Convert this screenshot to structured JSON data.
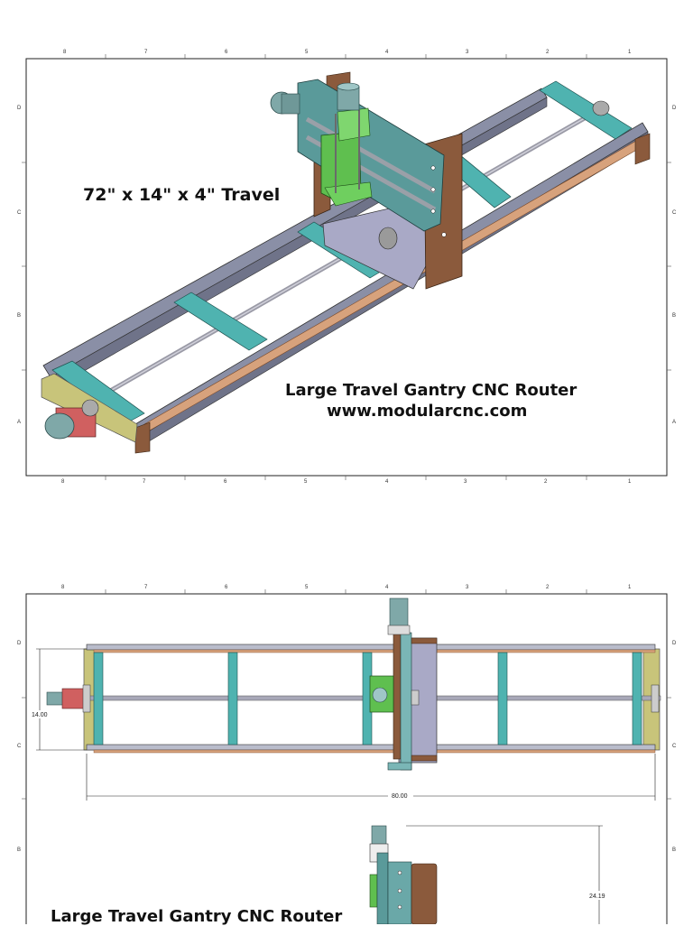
{
  "sheet1": {
    "travel_label": "72\" x 14\" x 4\" Travel",
    "title": "Large Travel Gantry CNC Router",
    "url": "www.modularcnc.com"
  },
  "sheet2": {
    "title": "Large Travel Gantry CNC Router",
    "dim_width": "14.00",
    "dim_length": "80.00",
    "dim_height": "24.19"
  },
  "zones": {
    "columns": [
      "8",
      "7",
      "6",
      "5",
      "4",
      "3",
      "2",
      "1"
    ],
    "rows": [
      "D",
      "C",
      "B",
      "A"
    ]
  },
  "colors": {
    "rail": "#8a8fa6",
    "crossbar": "#4fb3b0",
    "wood": "#8b5a3c",
    "green_plate": "#5fbf4f",
    "teal_carriage": "#5a9a9a",
    "motor": "#7fa8a8",
    "yellow_end": "#c8c47a",
    "red_mount": "#d06060"
  }
}
